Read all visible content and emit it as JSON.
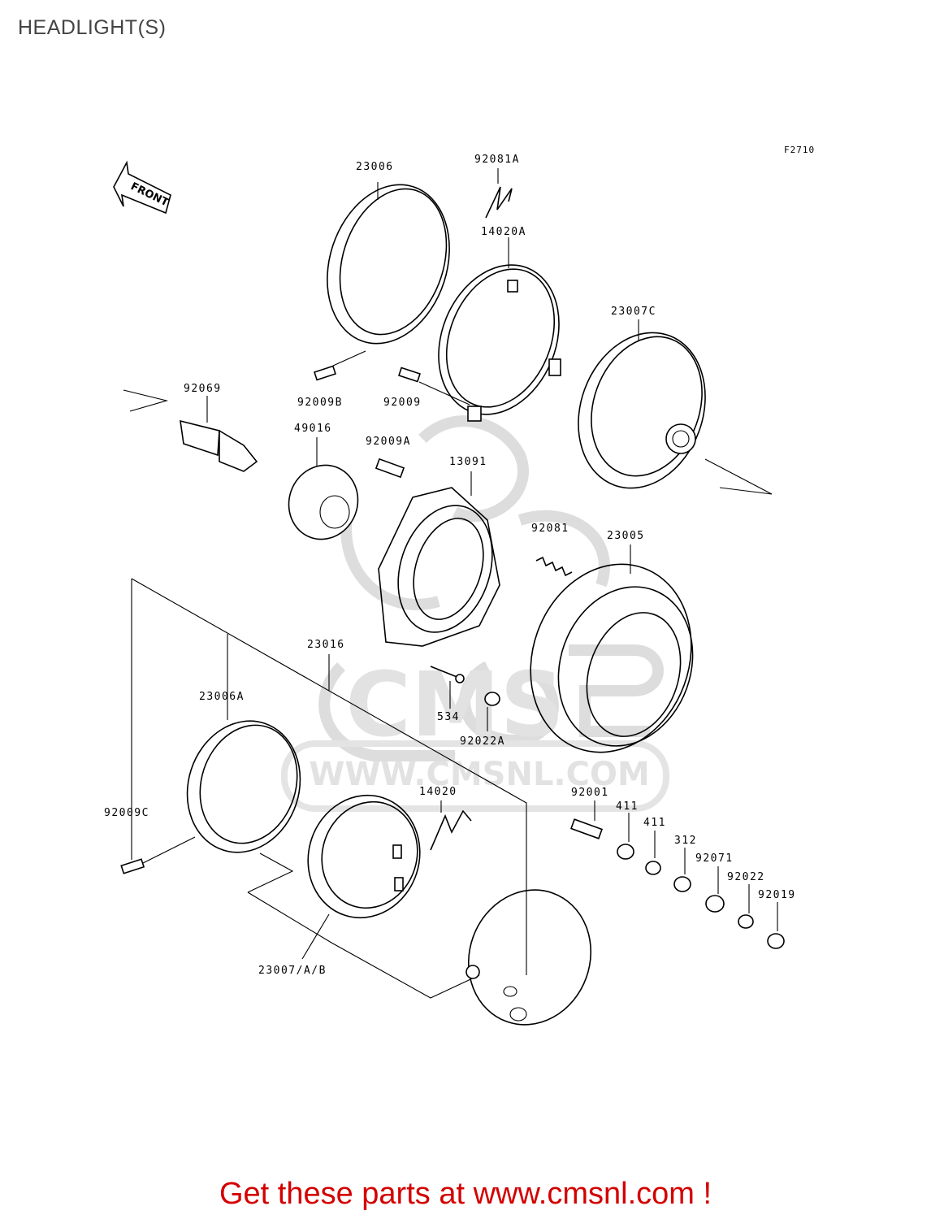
{
  "page": {
    "title": "HEADLIGHT(S)",
    "figure_code": "F2710"
  },
  "front_arrow": {
    "text": "FRONT"
  },
  "watermark": {
    "site": "WWW.CMSNL.COM",
    "logo_letters": "CMS"
  },
  "parts": [
    {
      "number": "23006"
    },
    {
      "number": "92081A"
    },
    {
      "number": "14020A"
    },
    {
      "number": "23007C"
    },
    {
      "number": "92069"
    },
    {
      "number": "92009B"
    },
    {
      "number": "92009"
    },
    {
      "number": "49016"
    },
    {
      "number": "92009A"
    },
    {
      "number": "13091"
    },
    {
      "number": "92081"
    },
    {
      "number": "23005"
    },
    {
      "number": "23016"
    },
    {
      "number": "23006A"
    },
    {
      "number": "534"
    },
    {
      "number": "92022A"
    },
    {
      "number": "14020"
    },
    {
      "number": "92001"
    },
    {
      "number": "411"
    },
    {
      "number": "411"
    },
    {
      "number": "312"
    },
    {
      "number": "92071"
    },
    {
      "number": "92022"
    },
    {
      "number": "92019"
    },
    {
      "number": "92009C"
    },
    {
      "number": "23007/A/B"
    }
  ],
  "promo": {
    "text": "Get these parts at www.cmsnl.com !"
  }
}
